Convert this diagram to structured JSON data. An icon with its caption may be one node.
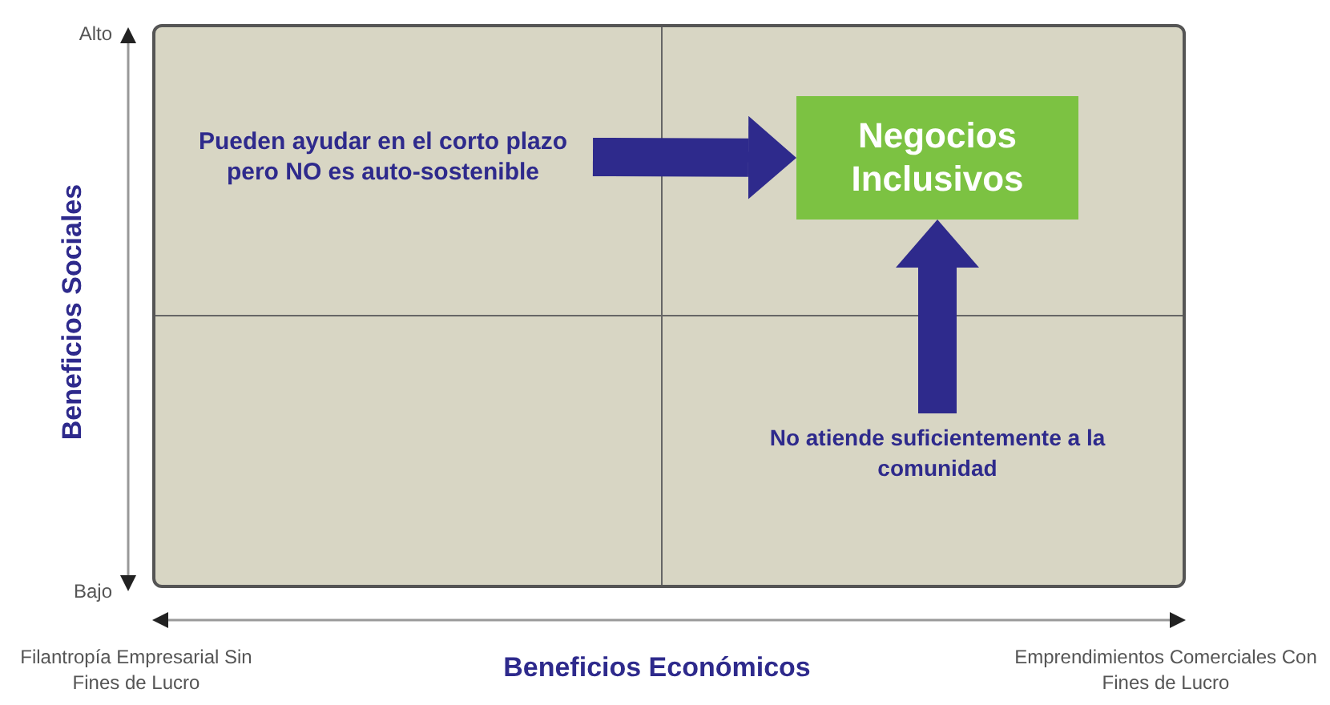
{
  "diagram": {
    "nodes": [
      {
        "text": [
          "Pueden ayudar en el corto plazo pero NO es auto-sostenible"
        ]
      },
      {
        "text": [
          "Negocios Inclusivos"
        ]
      },
      {
        "text": [
          "No atiende suficientemente a la comunidad"
        ]
      }
    ],
    "edges": [
      {
        "from": 0,
        "to": 1,
        "arrow": "to"
      },
      {
        "from": 2,
        "to": 1,
        "arrow": "to"
      }
    ],
    "labels": [
      "Alto",
      "Beneficios Sociales",
      "Bajo",
      "Filantropía Empresarial Sin Fines de Lucro",
      "Beneficios Económicos",
      "Emprendimientos Comerciales Con Fines de Lucro"
    ]
  }
}
